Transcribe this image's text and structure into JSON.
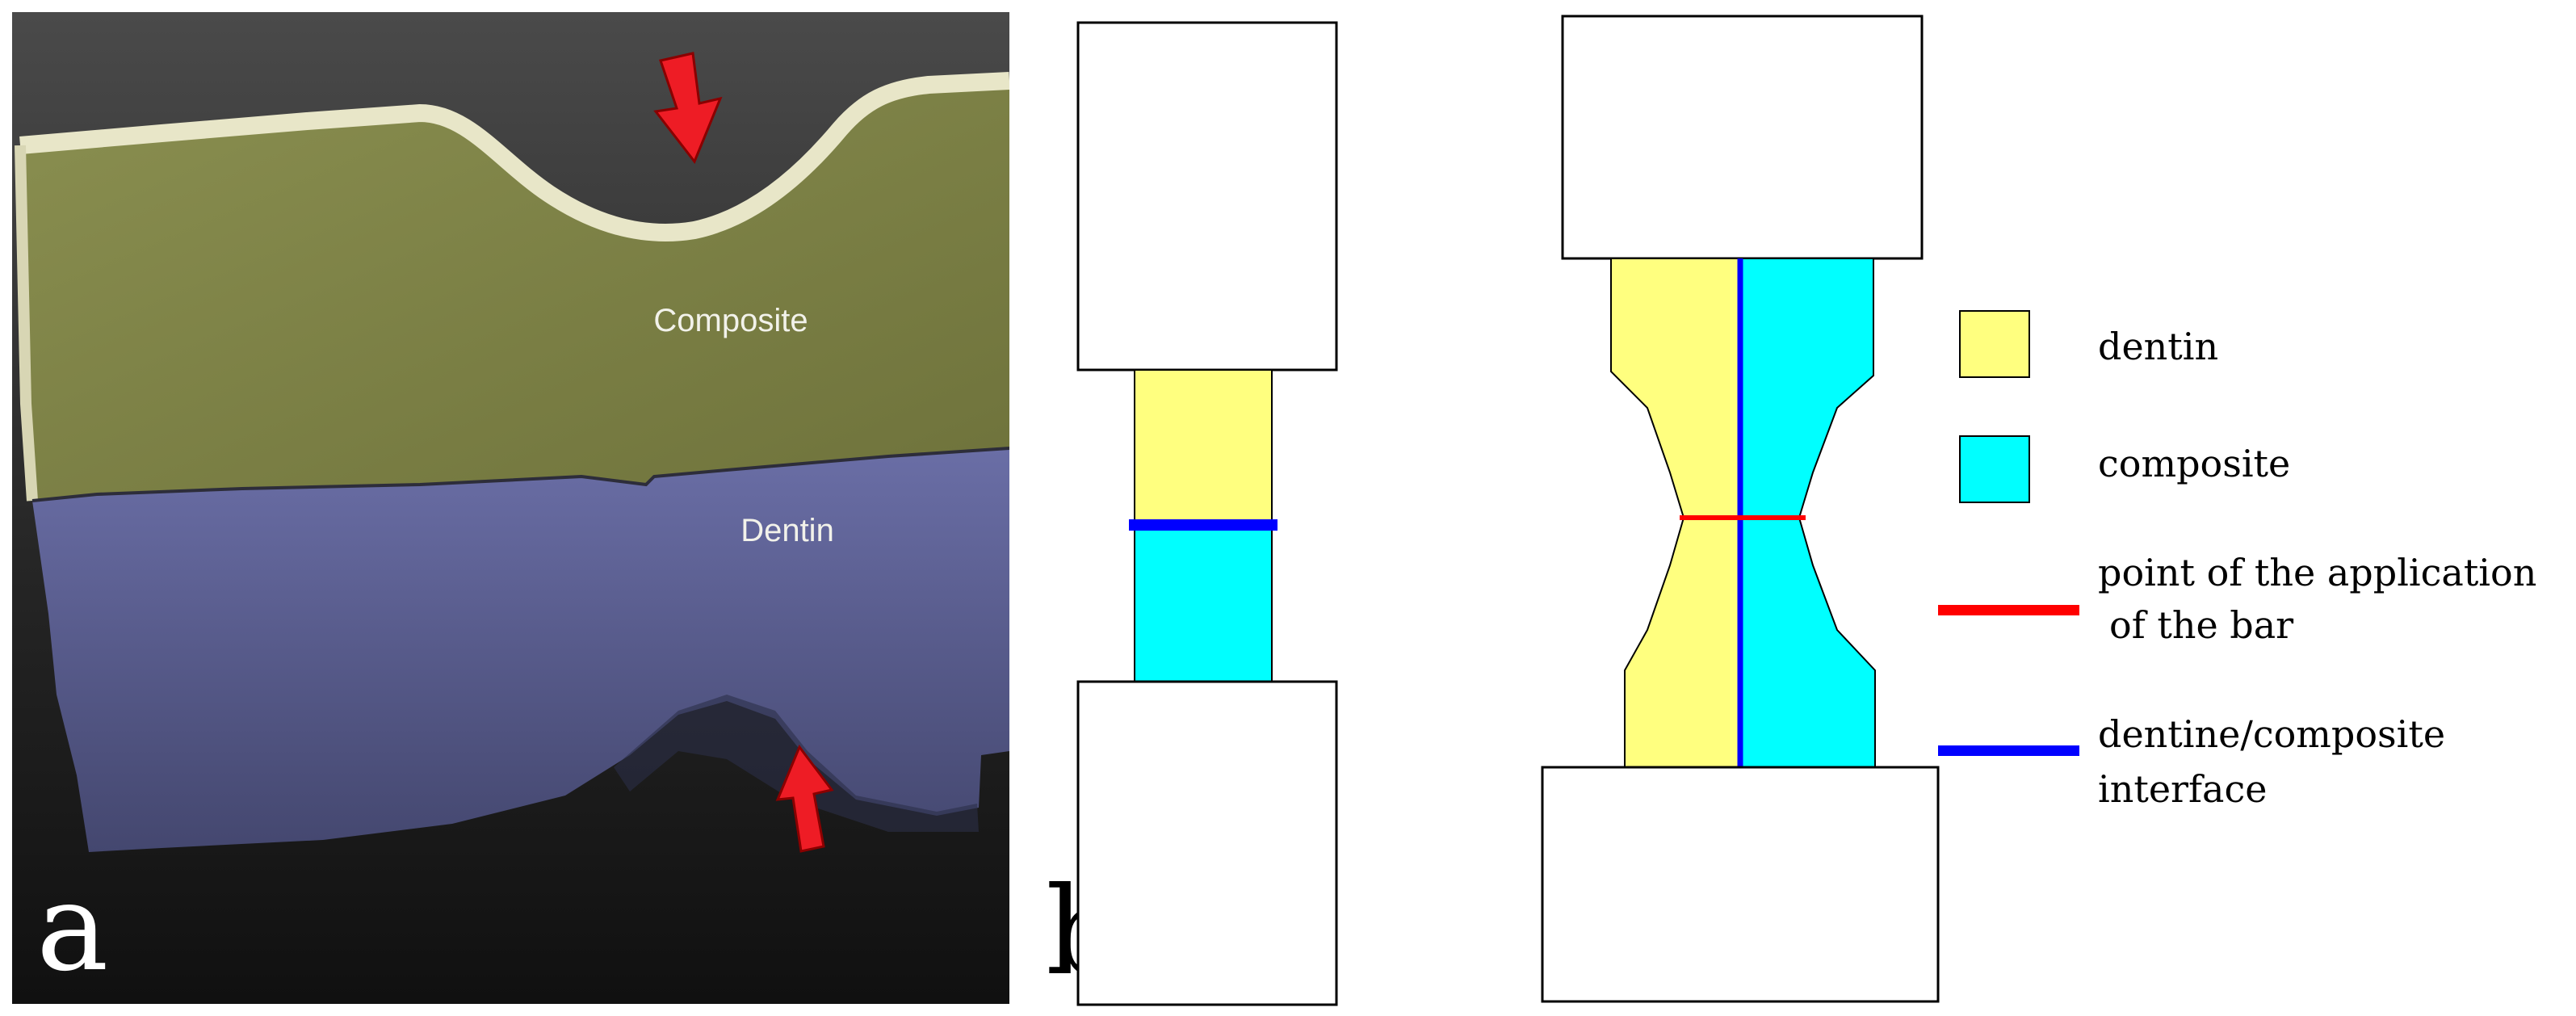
{
  "panel_a": {
    "letter": "a",
    "labels": {
      "composite": "Composite",
      "dentin": "Dentin"
    },
    "colors": {
      "composite_tint": "#7a7f45",
      "dentin_tint": "#5c6095",
      "background": "#2b2b2b",
      "arrow": "#ee1c25"
    }
  },
  "panel_b": {
    "letter": "b",
    "colors": {
      "dentin": "#ffff7f",
      "composite": "#00ffff",
      "interface": "#0000ff",
      "bar_application": "#ff0000",
      "grip_fill": "#ffffff",
      "outline": "#000000"
    }
  },
  "legend": {
    "dentin": "dentin",
    "composite": "composite",
    "bar_line1": "point of the application",
    "bar_line2": "of the bar",
    "interface_line1": "dentine/composite",
    "interface_line2": "interface"
  }
}
